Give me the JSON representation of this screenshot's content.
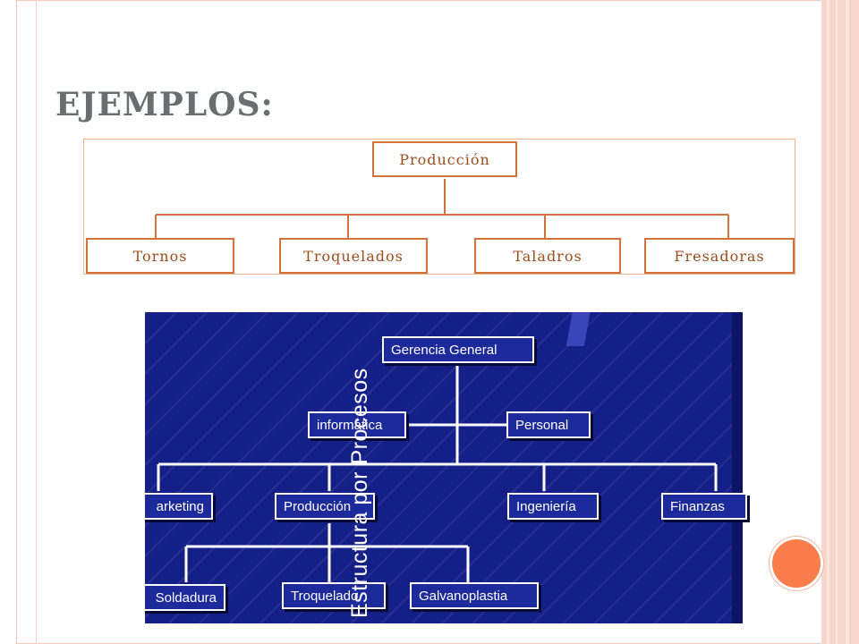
{
  "slide": {
    "title": "EJEMPLOS:"
  },
  "diagram1": {
    "root": "Producción",
    "children": [
      "Tornos",
      "Troquelados",
      "Taladros",
      "Fresadoras"
    ]
  },
  "diagram2": {
    "vertical_title": "Estructura por Procesos",
    "top": "Gerencia General",
    "staff_left": "informática",
    "staff_right": "Personal",
    "departments": [
      "arketing",
      "Producción",
      "Ingeniería",
      "Finanzas"
    ],
    "production_units": [
      "Soldadura",
      "Troquelado",
      "Galvanoplastia"
    ]
  },
  "colors": {
    "title": "#6b6e70",
    "accent_circle": "#fb7d4b",
    "diagram1_border": "#d3723a",
    "diagram2_bg": "#151f88"
  }
}
